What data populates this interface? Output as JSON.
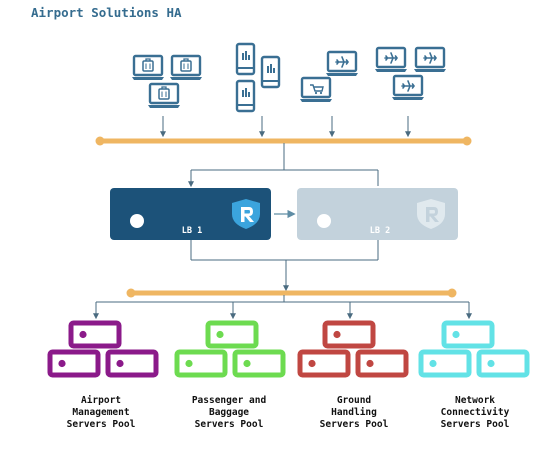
{
  "title": "Airport Solutions HA",
  "load_balancers": [
    {
      "label": "LB 1",
      "state": "active",
      "fill": "#1c5279"
    },
    {
      "label": "LB 2",
      "state": "standby",
      "fill": "#c3d2dc"
    }
  ],
  "pools": [
    {
      "label": "Airport\nManagement\nServers Pool",
      "color": "#8b1a8a"
    },
    {
      "label": "Passenger and\nBaggage\nServers Pool",
      "color": "#6ddb50"
    },
    {
      "label": "Ground\nHandling\nServers Pool",
      "color": "#c04742"
    },
    {
      "label": "Network\nConnectivity\nServers Pool",
      "color": "#62e2e6"
    }
  ],
  "colors": {
    "bus": "#efb662",
    "lines": "#4a6b80",
    "client_icon": "#3a6f93",
    "logo": "#3ba4dd"
  },
  "client_groups": [
    {
      "icon": "laptop-baggage-icon"
    },
    {
      "icon": "mobile-phone-icon"
    },
    {
      "icon": "laptop-plane-cart-icon"
    },
    {
      "icon": "laptop-plane-icon"
    }
  ]
}
